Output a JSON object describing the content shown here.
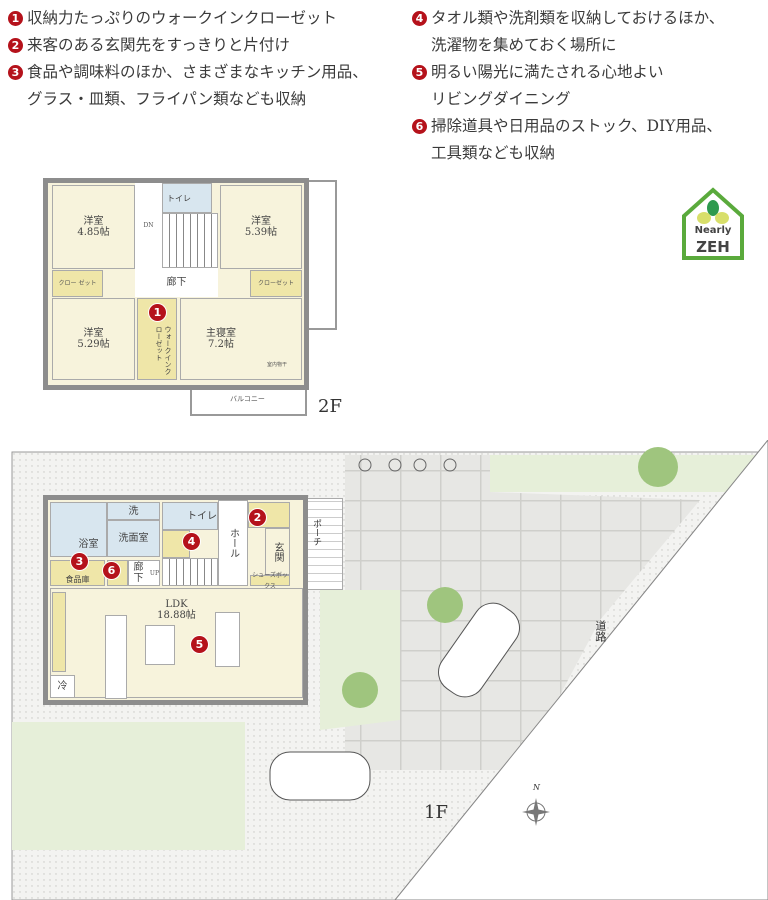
{
  "legend": [
    {
      "num": "1",
      "lines": [
        "収納力たっぷりのウォークインクローゼット"
      ]
    },
    {
      "num": "2",
      "lines": [
        "来客のある玄関先をすっきりと片付け"
      ]
    },
    {
      "num": "3",
      "lines": [
        "食品や調味料のほか、さまざまなキッチン用品、",
        "グラス・皿類、フライパン類なども収納"
      ]
    },
    {
      "num": "4",
      "lines": [
        "タオル類や洗剤類を収納しておけるほか、",
        "洗濯物を集めておく場所に"
      ]
    },
    {
      "num": "5",
      "lines": [
        "明るい陽光に満たされる心地よい",
        "リビングダイニング"
      ]
    },
    {
      "num": "6",
      "lines": [
        "掃除道具や日用品のストック、DIY用品、",
        "工具類なども収納"
      ]
    }
  ],
  "badge": {
    "line1": "Nearly",
    "line2": "ZEH"
  },
  "floor2": {
    "label": "2F",
    "room1": {
      "name": "洋室",
      "size": "4.85帖"
    },
    "room2": {
      "name": "洋室",
      "size": "5.39帖"
    },
    "room3": {
      "name": "洋室",
      "size": "5.29帖"
    },
    "master": {
      "name": "主寝室",
      "size": "7.2帖"
    },
    "toilet": "トイレ",
    "dn": "DN",
    "hall": "廊下",
    "closet": "クローゼット",
    "closet_short": "クロー ゼット",
    "wic": "ウォークインクローゼット",
    "drying": "室内物干",
    "balcony": "バルコニー"
  },
  "floor1": {
    "label": "1F",
    "bath": "浴室",
    "wash": "洗",
    "washroom": "洗面室",
    "toilet": "トイレ",
    "hall": "ホール",
    "entrance": "玄関",
    "porch": "ポーチ",
    "shoebox": "シューズボックス",
    "pantry": "食品庫",
    "corridor": "廊下",
    "up": "UP",
    "ldk": "LDK",
    "ldk_size": "18.88帖",
    "fridge": "冷",
    "road": "道路",
    "north": "N"
  },
  "colors": {
    "marker": "#b5121b",
    "room": "#f7f3dc",
    "water": "#d8e6ef",
    "lawn": "#e6efd9",
    "badge": "#5aaa3c"
  }
}
